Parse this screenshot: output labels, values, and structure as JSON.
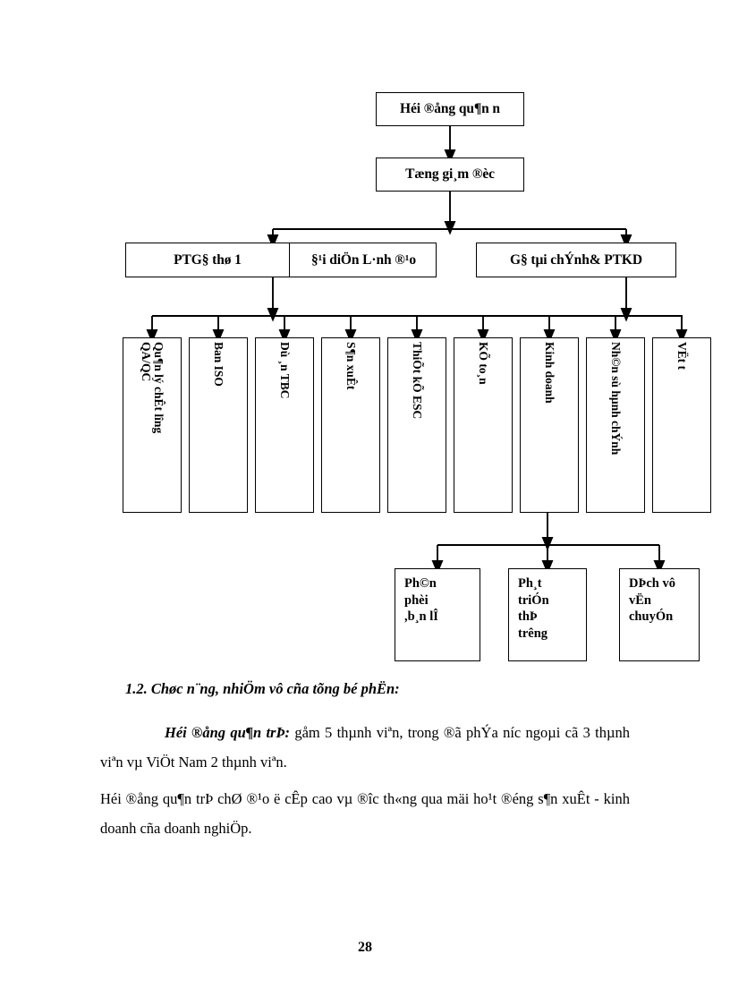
{
  "diagram": {
    "top": {
      "label": "Héi ®ång qu¶n n"
    },
    "ceo": {
      "label": "Tæng gi¸m ®èc"
    },
    "level3": [
      {
        "id": "ptgd",
        "label": "PTG§ thø 1"
      },
      {
        "id": "dai-dien",
        "label": "§¹i diÖn L·nh ®¹o"
      },
      {
        "id": "gd-tai-chinh",
        "label": "G§ tµi chÝnh& PTKD"
      }
    ],
    "departments": [
      {
        "id": "qa-qc",
        "line1": "Qu¶n lý chÊt lîng",
        "line2": "QA/QC"
      },
      {
        "id": "ban-iso",
        "line1": "Ban ISO",
        "line2": ""
      },
      {
        "id": "du-an-tbc",
        "line1": "Dù ¸n TBC",
        "line2": ""
      },
      {
        "id": "san-xuat",
        "line1": "S¶n xuÊt",
        "line2": ""
      },
      {
        "id": "thiet-ke-esc",
        "line1": "ThiÕt kÕ ESC",
        "line2": ""
      },
      {
        "id": "ke-toan",
        "line1": "KÕ to¸n",
        "line2": ""
      },
      {
        "id": "kinh-doanh",
        "line1": "Kinh doanh",
        "line2": ""
      },
      {
        "id": "nhan-su-hanh-chinh",
        "line1": "Nh©n sù hµnh chÝnh",
        "line2": ""
      },
      {
        "id": "vat-tu",
        "line1": "VËt t",
        "line2": ""
      }
    ],
    "sub_units": [
      {
        "id": "phan-phoi",
        "lines": [
          "Ph©n",
          "phèi",
          ",b¸n lÎ"
        ]
      },
      {
        "id": "phat-trien-thi-truong",
        "lines": [
          "Ph¸t",
          "triÓn",
          "thÞ",
          "trêng"
        ]
      },
      {
        "id": "dich-vu-van-chuyen",
        "lines": [
          "DÞch vô",
          "vËn",
          "chuyÓn"
        ]
      }
    ]
  },
  "content": {
    "heading": "1.2. Chøc n¨ng, nhiÖm vô cña tõng bé phËn:",
    "paragraph1_lead": "Héi ®ång qu¶n trÞ:",
    "paragraph1_rest": " gåm 5 thµnh viªn, trong ®ã phÝa níc ngoµi cã 3 thµnh viªn vµ ViÖt Nam 2 thµnh viªn.",
    "paragraph2": "Héi ®ång qu¶n trÞ chØ ®¹o ë cÊp cao vµ ®îc th«ng qua mäi ho¹t ®éng s¶n xuÊt - kinh doanh cña doanh nghiÖp."
  },
  "footer": {
    "page_number": "28"
  }
}
